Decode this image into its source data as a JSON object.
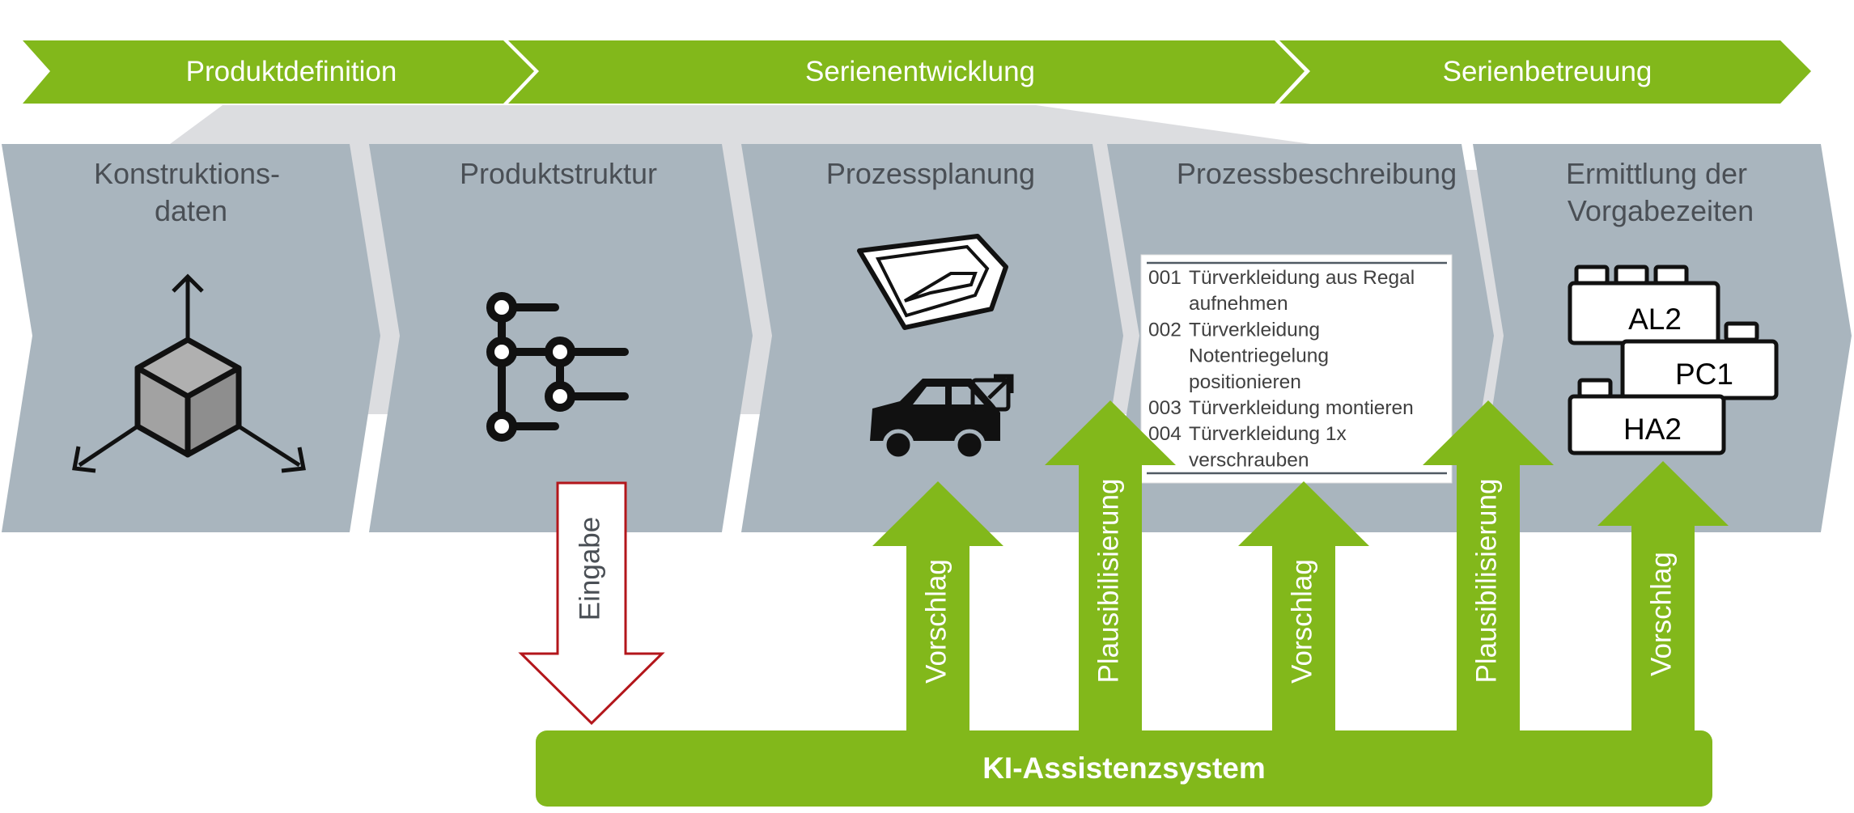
{
  "phases": [
    {
      "label": "Produktdefinition"
    },
    {
      "label": "Serienentwicklung"
    },
    {
      "label": "Serienbetreuung"
    }
  ],
  "steps": [
    {
      "lines": [
        "Konstruktions-",
        "daten"
      ],
      "icon": "3d-axes-cube-icon"
    },
    {
      "lines": [
        "Produktstruktur"
      ],
      "icon": "tree-structure-icon"
    },
    {
      "lines": [
        "Prozessplanung"
      ],
      "icon": "car-door-panel-and-car-icon"
    },
    {
      "lines": [
        "Prozessbeschreibung"
      ],
      "icon": "operation-list"
    },
    {
      "lines": [
        "Ermittlung der",
        "Vorgabezeiten"
      ],
      "icon": "time-blocks-icon"
    }
  ],
  "process_list": [
    {
      "num": "001",
      "lines": [
        "Türverkleidung aus Regal",
        "aufnehmen"
      ]
    },
    {
      "num": "002",
      "lines": [
        "Türverkleidung",
        "Notentriegelung",
        "positionieren"
      ]
    },
    {
      "num": "003",
      "lines": [
        "Türverkleidung montieren"
      ]
    },
    {
      "num": "004",
      "lines": [
        "Türverkleidung 1x",
        "verschrauben"
      ]
    }
  ],
  "time_blocks": [
    "AL2",
    "PC1",
    "HA2"
  ],
  "assistant": {
    "label": "KI-Assistenzsystem"
  },
  "input_arrow": {
    "label": "Eingabe"
  },
  "arrows": [
    {
      "label": "Vorschlag"
    },
    {
      "label": "Plausibilisierung"
    },
    {
      "label": "Vorschlag"
    },
    {
      "label": "Plausibilisierung"
    },
    {
      "label": "Vorschlag"
    }
  ],
  "colors": {
    "green": "#82b81b",
    "panel": "#a9b5be",
    "panel_shadow": "#dcdde0",
    "input_arrow_stroke": "#b3161b",
    "text_dark": "#4a4f55"
  }
}
